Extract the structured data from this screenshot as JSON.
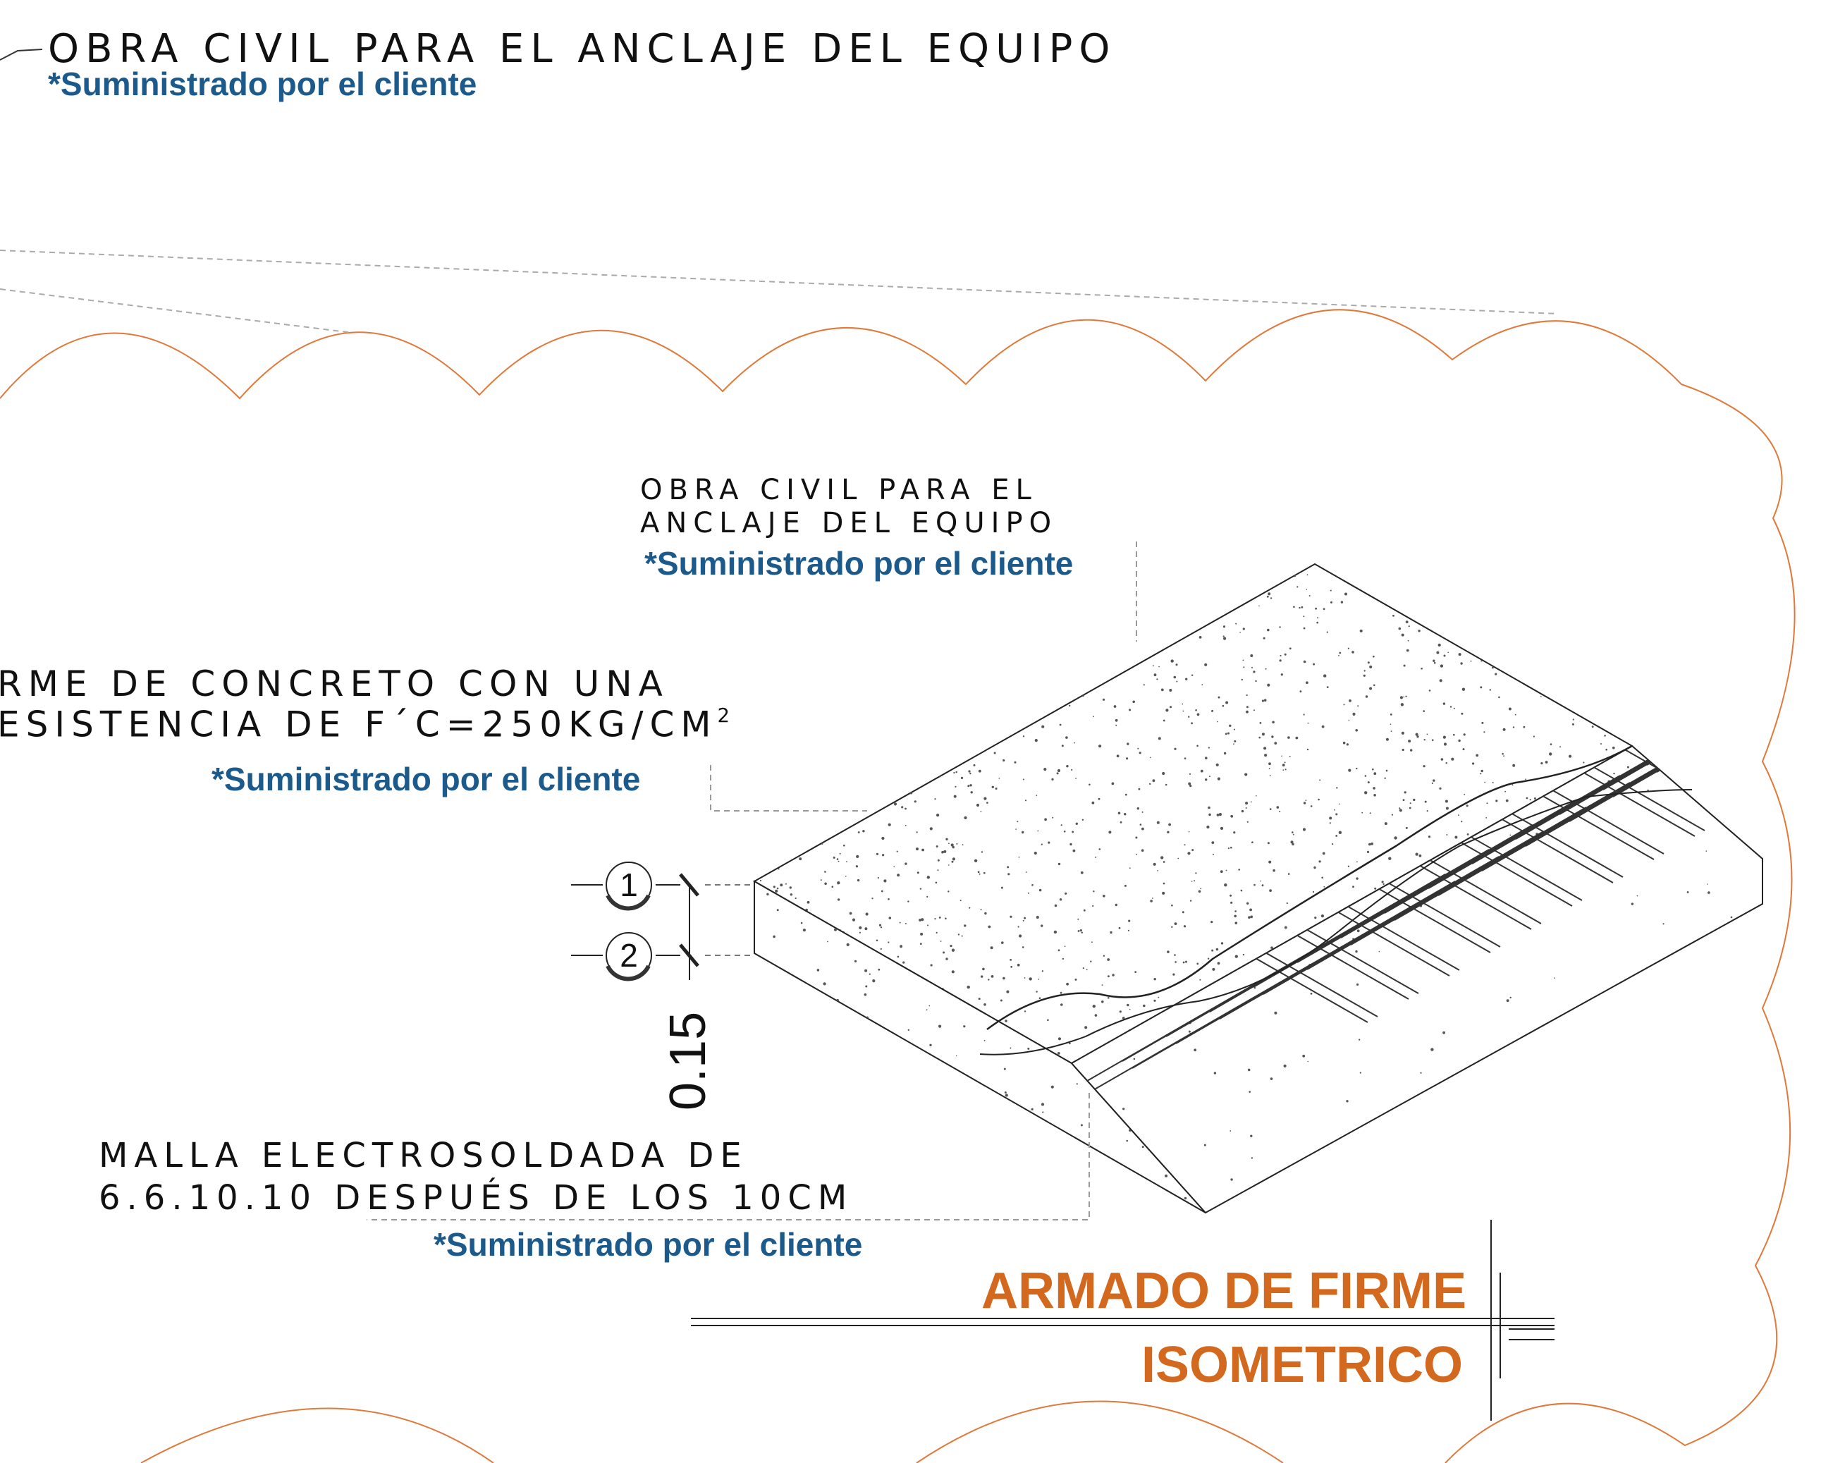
{
  "top_note": {
    "title": "OBRA CIVIL PARA EL ANCLAJE DEL EQUIPO",
    "supplied": "*Suministrado por el cliente"
  },
  "callouts": {
    "anchorage": {
      "line1": "OBRA CIVIL PARA EL",
      "line2": "ANCLAJE DEL EQUIPO",
      "supplied": "*Suministrado por el cliente"
    },
    "slab": {
      "line1": "RME DE CONCRETO CON UNA",
      "line2_main": "ESISTENCIA DE F´C=250KG/CM",
      "line2_sup": "2",
      "supplied": "*Suministrado por el cliente"
    },
    "mesh": {
      "line1": "MALLA ELECTROSOLDADA DE",
      "line2": "6.6.10.10 DESPUÉS DE LOS 10CM",
      "supplied": "*Suministrado por el cliente"
    }
  },
  "levels": [
    {
      "marker": "1"
    },
    {
      "marker": "2"
    }
  ],
  "thickness_dimension": "0.15",
  "drawing_title": "ARMADO DE FIRME",
  "drawing_subtitle": "ISOMETRICO",
  "colors": {
    "client_note": "#1d5a8c",
    "title": "#d2691e",
    "revision_cloud": "#e0793a",
    "linework": "#222222"
  }
}
